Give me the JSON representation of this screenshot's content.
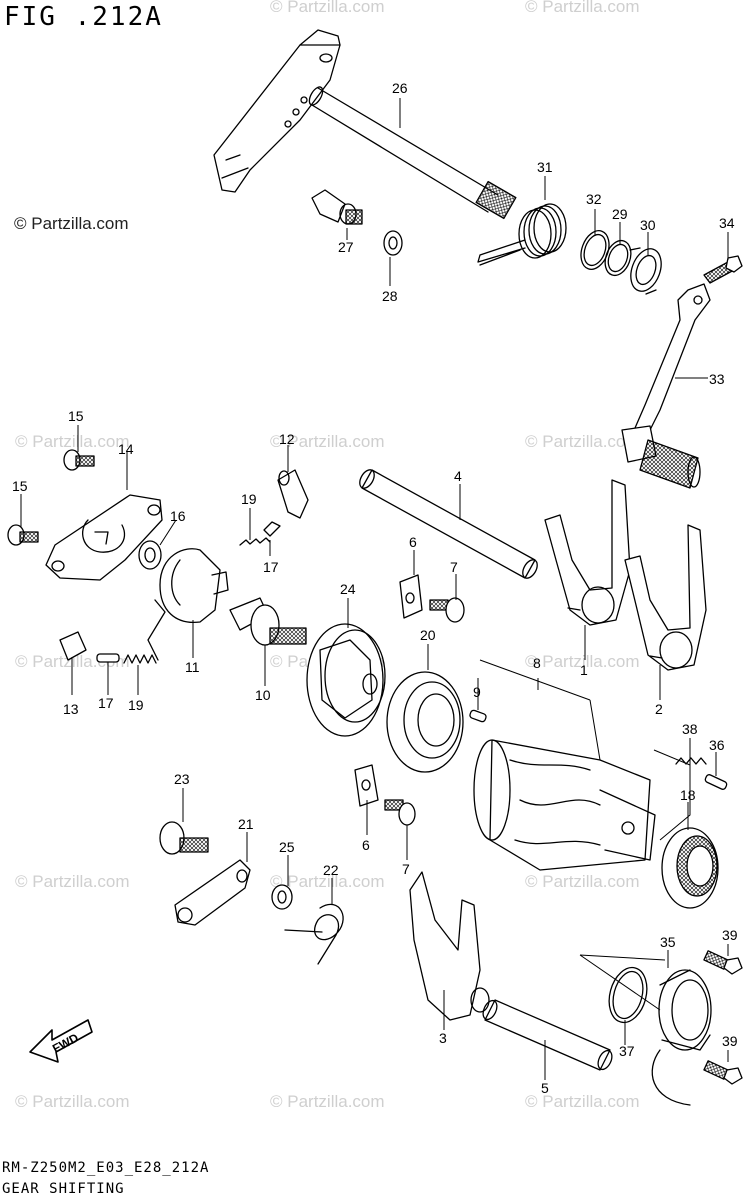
{
  "figure": {
    "title": "FIG .212A",
    "copyright": "© Partzilla.com",
    "watermark": "© Partzilla.com",
    "footer_code": "RM-Z250M2_E03_E28_212A",
    "footer_title": "GEAR SHIFTING",
    "fwd_label": "FWD"
  },
  "callouts": [
    "26",
    "31",
    "32",
    "29",
    "30",
    "34",
    "27",
    "28",
    "33",
    "15",
    "14",
    "15",
    "16",
    "12",
    "19",
    "17",
    "4",
    "6",
    "7",
    "13",
    "17",
    "19",
    "11",
    "10",
    "24",
    "20",
    "9",
    "8",
    "1",
    "2",
    "38",
    "36",
    "18",
    "23",
    "21",
    "25",
    "22",
    "6",
    "7",
    "3",
    "5",
    "35",
    "39",
    "37",
    "39"
  ]
}
